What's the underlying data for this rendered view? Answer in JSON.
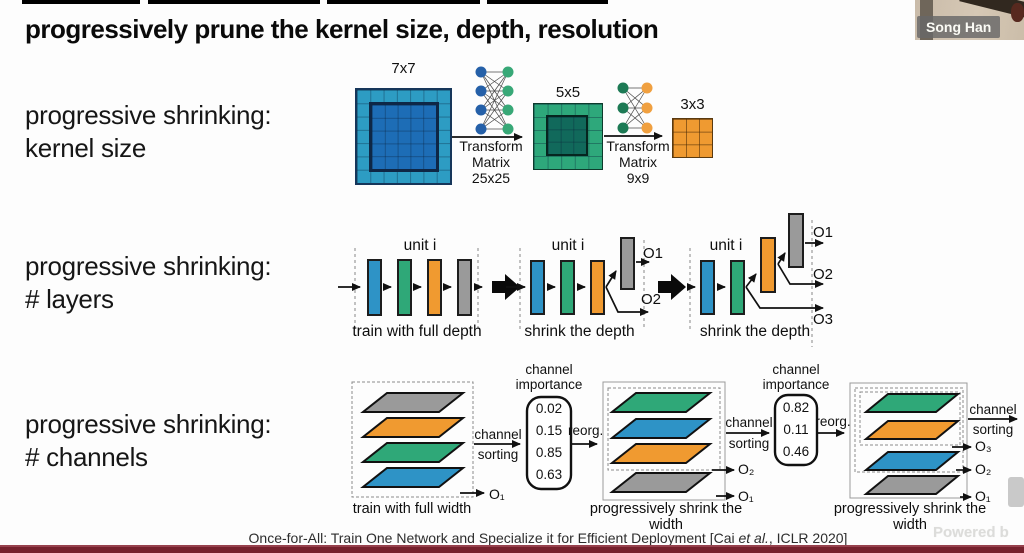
{
  "title": "progressively prune the kernel size, depth, resolution",
  "webcam": {
    "name": "Song Han"
  },
  "row_kernel": {
    "label1": "progressive shrinking:",
    "label2": "kernel size",
    "grid_labels": {
      "g7": "7x7",
      "g5": "5x5",
      "g3": "3x3"
    },
    "transform1": {
      "l1": "Transform",
      "l2": "Matrix",
      "l3": "25x25"
    },
    "transform2": {
      "l1": "Transform",
      "l2": "Matrix",
      "l3": "9x9"
    }
  },
  "row_layers": {
    "label1": "progressive shrinking:",
    "label2": "# layers",
    "unit1": "unit i",
    "unit2": "unit i",
    "unit3": "unit i",
    "caption1": "train with full depth",
    "caption2": "shrink the depth",
    "caption3": "shrink the depth",
    "b_o1": "O1",
    "b_o2": "O2",
    "c_o1": "O1",
    "c_o2": "O2",
    "c_o3": "O3"
  },
  "row_channels": {
    "label1": "progressive shrinking:",
    "label2": "# channels",
    "importance_title1": {
      "l1": "channel",
      "l2": "importance"
    },
    "importance_title2": {
      "l1": "channel",
      "l2": "importance"
    },
    "sorting1": {
      "l1": "channel",
      "l2": "sorting"
    },
    "sorting2": {
      "l1": "channel",
      "l2": "sorting"
    },
    "sorting3": {
      "l1": "channel",
      "l2": "sorting"
    },
    "reorg1": "reorg.",
    "reorg2": "reorg.",
    "importance1": [
      "0.02",
      "0.15",
      "0.85",
      "0.63"
    ],
    "importance2": [
      "0.82",
      "0.11",
      "0.46"
    ],
    "g1_o1": "O₁",
    "g2_o1": "O₁",
    "g2_o2": "O₂",
    "g3_o1": "O₁",
    "g3_o2": "O₂",
    "g3_o3": "O₃",
    "caption1": "train with full width",
    "caption2": "progressively shrink the width",
    "caption3": "progressively shrink the width"
  },
  "footer": {
    "citation_pre": "Once-for-All: Train One Network and Specialize it for Efficient Deployment [Cai ",
    "citation_etal": "et al.",
    "citation_post": ", ICLR 2020]",
    "watermark": "Powered b"
  },
  "colors": {
    "layer_blue": "#2e93c6",
    "layer_green": "#2fa878",
    "layer_orange": "#f09a30",
    "layer_gray": "#9a9a9a",
    "kernel_outer_blue": "#2d9cc3",
    "kernel_inner_blue": "#1d6db6",
    "kernel_outer_green": "#2ea87b",
    "kernel_inner_teal": "#11695b",
    "kernel_orange": "#ef9a31",
    "node_blue": "#2560a8",
    "node_green": "#38a877",
    "node_dark_green": "#1d7a55",
    "node_orange": "#f0a040",
    "bottom_bar": "#76212d"
  }
}
